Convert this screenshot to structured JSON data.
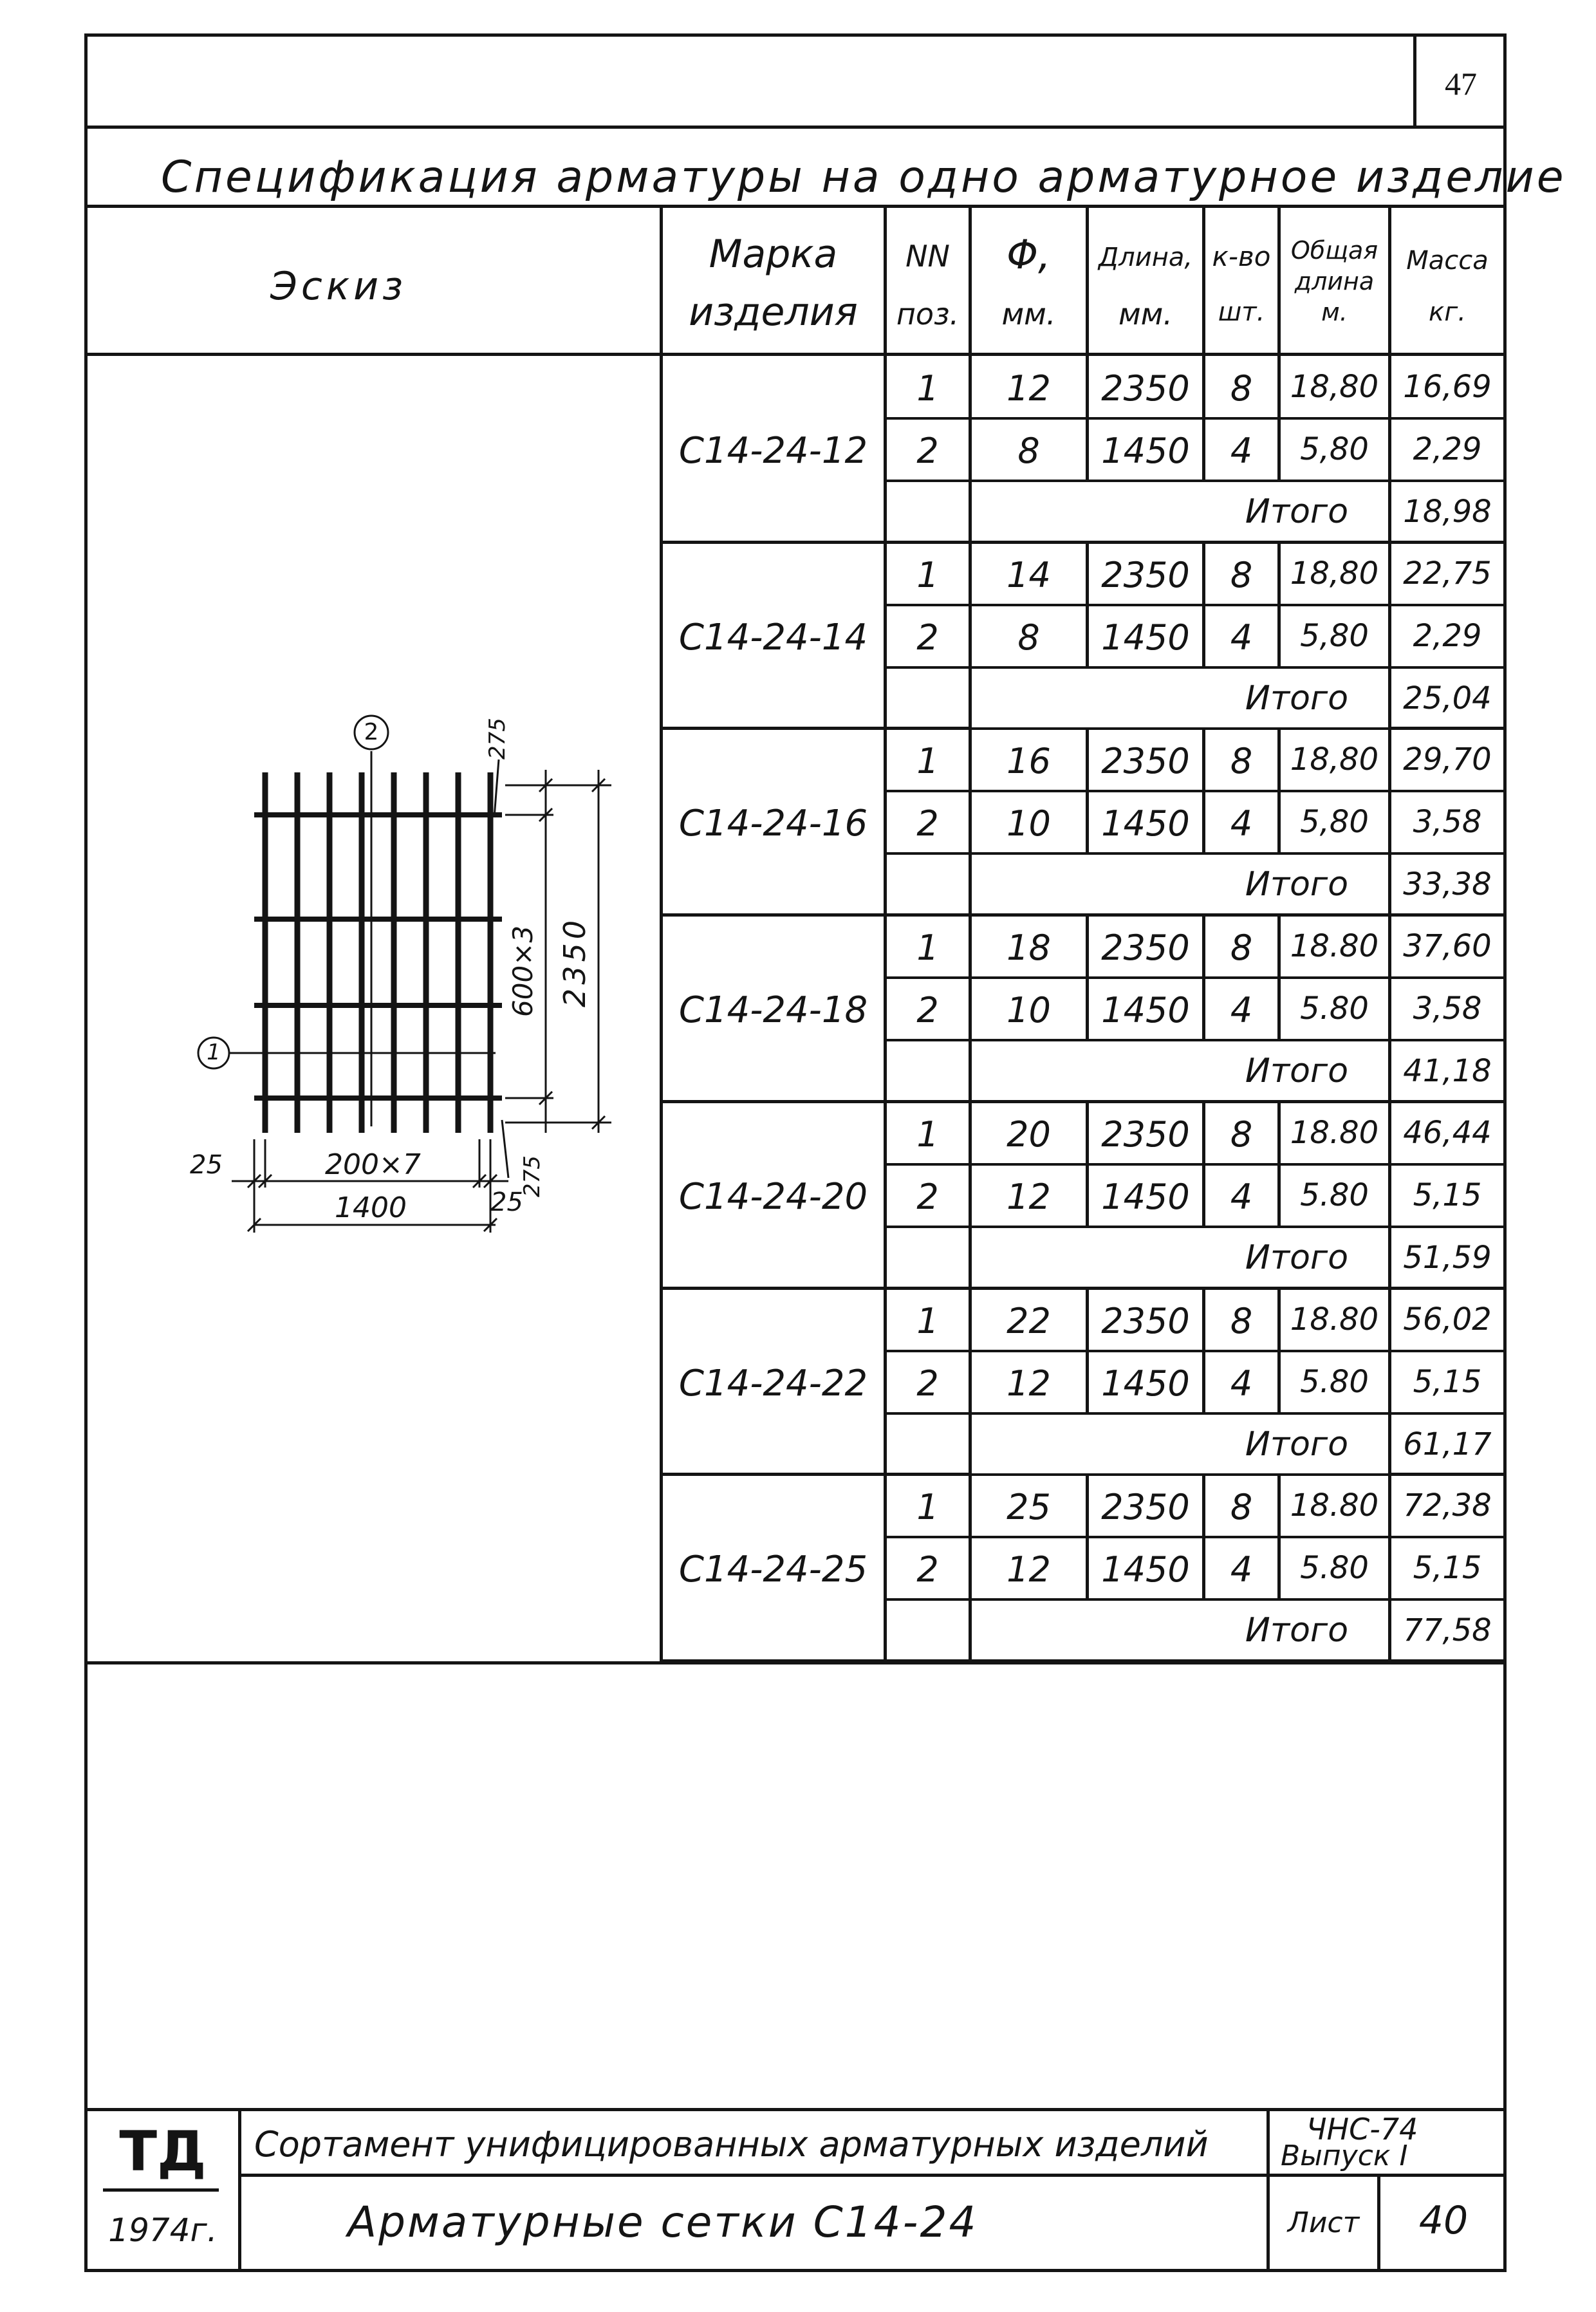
{
  "page_number": "47",
  "title": "Спецификация арматуры на одно арматурное изделие",
  "headers": {
    "sketch": "Эскиз",
    "mark_1": "Марка",
    "mark_2": "изделия",
    "pos_1": "NN",
    "pos_2": "поз.",
    "dia_1": "Φ,",
    "dia_2": "мм.",
    "len_1": "Длина,",
    "len_2": "мм.",
    "qty_1": "к-во",
    "qty_2": "шт.",
    "total_len_1": "Общая",
    "total_len_2": "длина",
    "total_len_3": "м.",
    "mass_1": "Масса",
    "mass_2": "кг."
  },
  "items": [
    {
      "mark": "С14-24-12",
      "rows": [
        {
          "pos": "1",
          "dia": "12",
          "len": "2350",
          "qty": "8",
          "total": "18,80",
          "mass": "16,69"
        },
        {
          "pos": "2",
          "dia": "8",
          "len": "1450",
          "qty": "4",
          "total": "5,80",
          "mass": "2,29"
        }
      ],
      "sum_label": "Итого",
      "sum": "18,98"
    },
    {
      "mark": "С14-24-14",
      "rows": [
        {
          "pos": "1",
          "dia": "14",
          "len": "2350",
          "qty": "8",
          "total": "18,80",
          "mass": "22,75"
        },
        {
          "pos": "2",
          "dia": "8",
          "len": "1450",
          "qty": "4",
          "total": "5,80",
          "mass": "2,29"
        }
      ],
      "sum_label": "Итого",
      "sum": "25,04"
    },
    {
      "mark": "С14-24-16",
      "rows": [
        {
          "pos": "1",
          "dia": "16",
          "len": "2350",
          "qty": "8",
          "total": "18,80",
          "mass": "29,70"
        },
        {
          "pos": "2",
          "dia": "10",
          "len": "1450",
          "qty": "4",
          "total": "5,80",
          "mass": "3,58"
        }
      ],
      "sum_label": "Итого",
      "sum": "33,38"
    },
    {
      "mark": "С14-24-18",
      "rows": [
        {
          "pos": "1",
          "dia": "18",
          "len": "2350",
          "qty": "8",
          "total": "18.80",
          "mass": "37,60"
        },
        {
          "pos": "2",
          "dia": "10",
          "len": "1450",
          "qty": "4",
          "total": "5.80",
          "mass": "3,58"
        }
      ],
      "sum_label": "Итого",
      "sum": "41,18"
    },
    {
      "mark": "С14-24-20",
      "rows": [
        {
          "pos": "1",
          "dia": "20",
          "len": "2350",
          "qty": "8",
          "total": "18.80",
          "mass": "46,44"
        },
        {
          "pos": "2",
          "dia": "12",
          "len": "1450",
          "qty": "4",
          "total": "5.80",
          "mass": "5,15"
        }
      ],
      "sum_label": "Итого",
      "sum": "51,59"
    },
    {
      "mark": "С14-24-22",
      "rows": [
        {
          "pos": "1",
          "dia": "22",
          "len": "2350",
          "qty": "8",
          "total": "18.80",
          "mass": "56,02"
        },
        {
          "pos": "2",
          "dia": "12",
          "len": "1450",
          "qty": "4",
          "total": "5.80",
          "mass": "5,15"
        }
      ],
      "sum_label": "Итого",
      "sum": "61,17"
    },
    {
      "mark": "С14-24-25",
      "rows": [
        {
          "pos": "1",
          "dia": "25",
          "len": "2350",
          "qty": "8",
          "total": "18.80",
          "mass": "72,38"
        },
        {
          "pos": "2",
          "dia": "12",
          "len": "1450",
          "qty": "4",
          "total": "5.80",
          "mass": "5,15"
        }
      ],
      "sum_label": "Итого",
      "sum": "77,58"
    }
  ],
  "sketch": {
    "marker_1": "1",
    "marker_2": "2",
    "dim_top": "275",
    "dim_spacing": "600×3",
    "dim_height": "2350",
    "dim_bottom": "275",
    "dim_left": "25",
    "dim_right": "25",
    "dim_bar_spacing": "200×7",
    "dim_width": "1400"
  },
  "stamp": {
    "logo": "ТД",
    "year": "1974г.",
    "series_title": "Сортамент унифицированных арматурных изделий",
    "sheet_title": "Арматурные сетки С14-24",
    "code_1": "ЧНС-74",
    "code_2": "Выпуск I",
    "sheet_label": "Лист",
    "sheet_no": "40"
  }
}
